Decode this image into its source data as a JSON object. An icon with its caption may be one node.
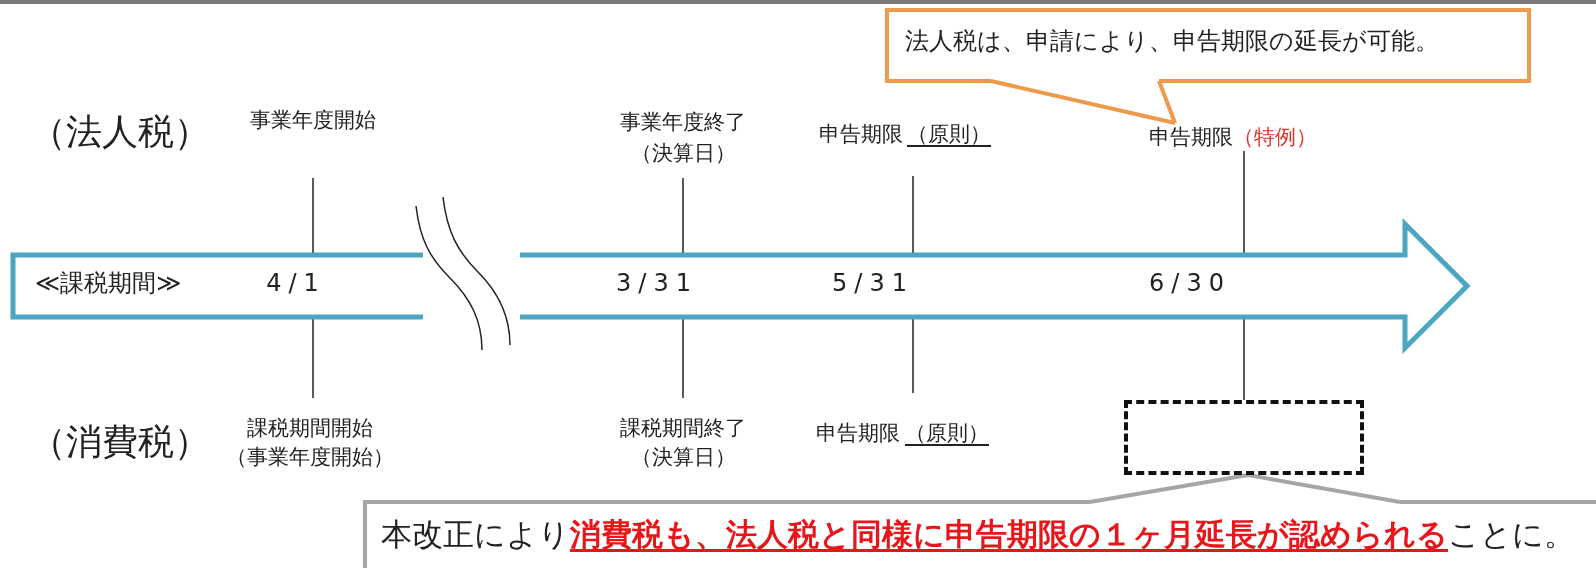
{
  "diagram": {
    "nodes": [
      {
        "text": [
          "法人税は、申請により、申告期限の延長が可能。"
        ]
      },
      {
        "text": [
          "申告期限",
          "（特例）"
        ]
      },
      {
        "text": [
          "本改正により**消費税も、法人税と同様に申告期限の１ヶ月延長が認められる**ことに。"
        ]
      },
      {
        "text": [],
        "shape": "box"
      },
      {
        "text": [
          "≪課税期間≫"
        ]
      }
    ],
    "edges": [
      {
        "from": 0,
        "to": 1,
        "arrow": "none",
        "style": "thick",
        "color": "#ee9a4d"
      },
      {
        "from": 2,
        "to": 3,
        "arrow": "none",
        "style": "thick",
        "color": "#a6a6a6"
      },
      {
        "from": 1,
        "to": 4,
        "arrow": "none"
      },
      {
        "from": 4,
        "to": 3,
        "arrow": "none"
      }
    ],
    "labels": [
      "（法人税）",
      "事業年度開始",
      "事業年度終了",
      "（決算日）",
      "申告期限",
      "（原則）",
      "4/1",
      "3/31",
      "5/31",
      "6/30",
      "（消費税）",
      "課税期間開始",
      "（事業年度開始）",
      "課税期間終了",
      "（決算日）",
      "申告期限",
      "（原則）"
    ]
  }
}
